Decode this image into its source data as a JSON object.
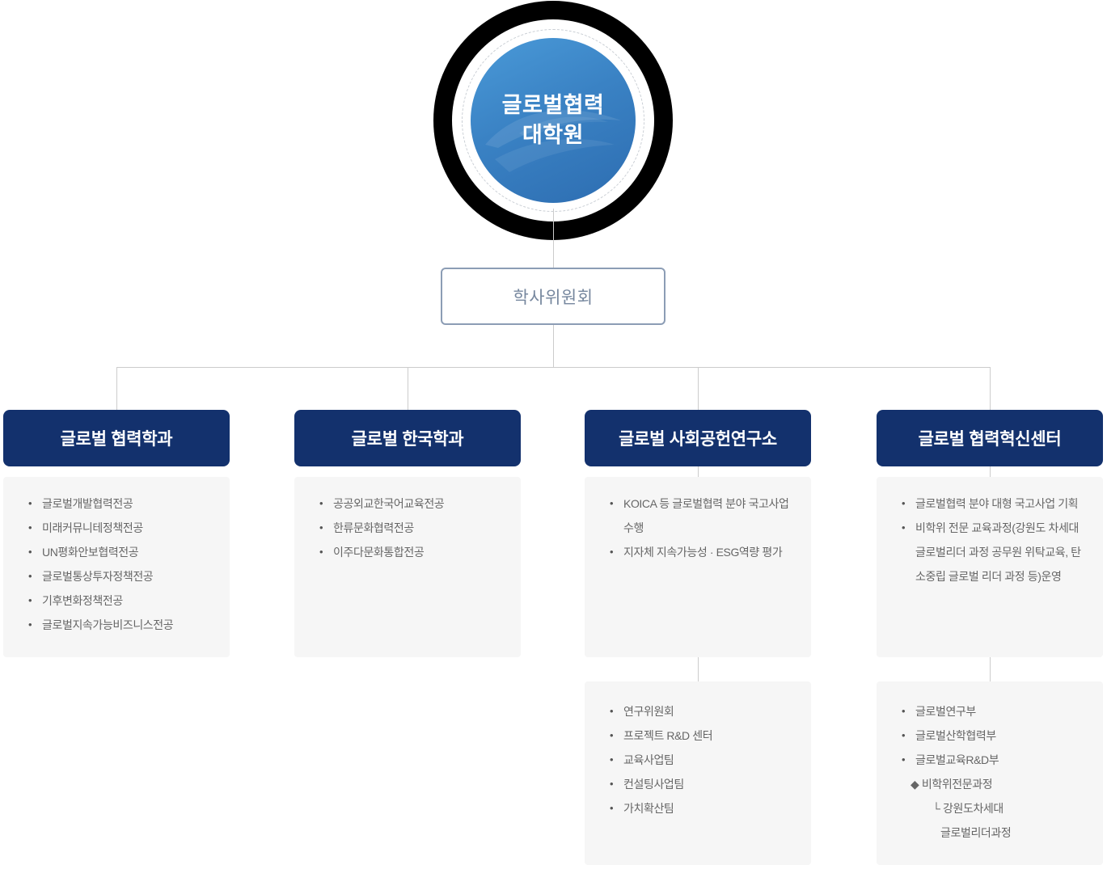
{
  "theme": {
    "navy": "#13316d",
    "circle_blue_light": "#4a9ad8",
    "circle_blue_dark": "#2d6db1",
    "box_bg": "#f6f6f6",
    "line_gray": "#cccccc",
    "committee_border": "#8c9db5",
    "committee_text": "#76879e",
    "text_gray": "#666666"
  },
  "root_circle": {
    "line1": "글로벌협력",
    "line2": "대학원"
  },
  "committee": {
    "label": "학사위원회"
  },
  "columns": [
    {
      "title": "글로벌 협력학과",
      "items": [
        "글로벌개발협력전공",
        "미래커뮤니테정책전공",
        "UN평화안보협력전공",
        "글로벌통상투자정책전공",
        "기후변화정책전공",
        "글로벌지속가능비즈니스전공"
      ]
    },
    {
      "title": "글로벌 한국학과",
      "items": [
        "공공외교한국어교육전공",
        "한류문화협력전공",
        "이주다문화통합전공"
      ]
    },
    {
      "title": "글로벌 사회공헌연구소",
      "items": [
        "KOICA 등 글로벌협력 분야 국고사업 수행",
        "지자체 지속가능성 · ESG역량 평가"
      ],
      "sub_items": [
        "연구위원회",
        "프로젝트 R&D 센터",
        "교육사업팀",
        "컨설팅사업팀",
        "가치확산팀"
      ]
    },
    {
      "title": "글로벌 협력혁신센터",
      "items": [
        "글로벌협력 분야 대형 국고사업 기획",
        "비학위 전문 교육과정(강원도 차세대 글로벌리더 과정 공무원 위탁교육, 탄소중립 글로벌 리더 과정 등)운영"
      ],
      "sub_items": [
        "글로벌연구부",
        "글로벌산학협력부",
        "글로벌교육R&D부"
      ],
      "notes": {
        "line1": "◆ 비학위전문과정",
        "line2": "└ 강원도차세대",
        "line3": "글로벌리더과정"
      }
    }
  ]
}
